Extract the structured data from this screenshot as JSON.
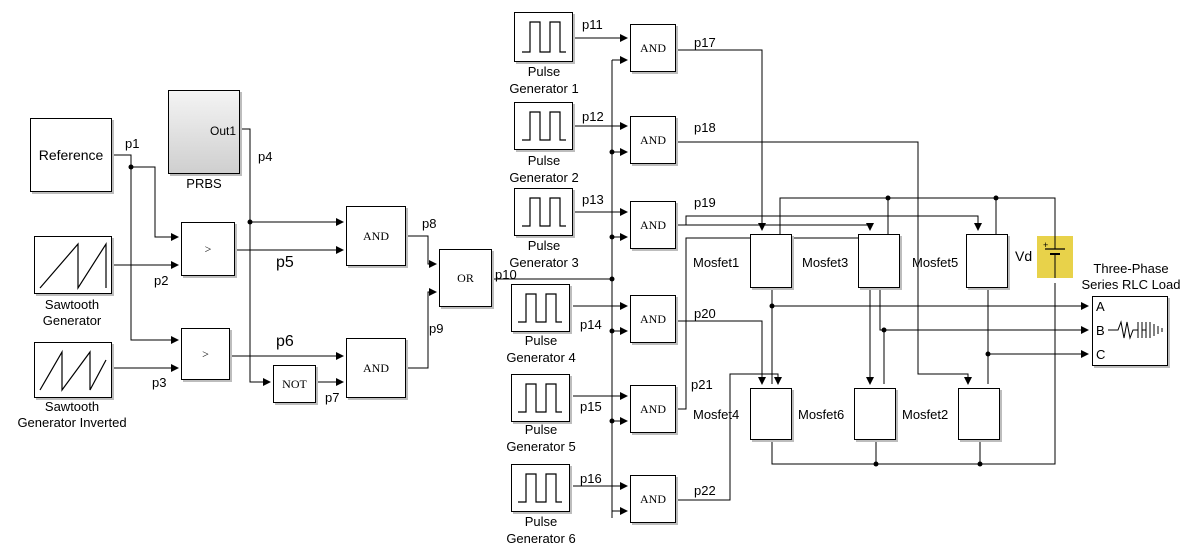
{
  "blocks": {
    "reference": "Reference",
    "prbs_port": "Out1",
    "prbs": "PRBS",
    "saw1": [
      "Sawtooth",
      "Generator"
    ],
    "saw2": [
      "Sawtooth",
      "Generator Inverted"
    ],
    "gt": ">",
    "not": "NOT",
    "and": "AND",
    "or": "OR",
    "pulse": [
      [
        "Pulse",
        "Generator 1"
      ],
      [
        "Pulse",
        "Generator 2"
      ],
      [
        "Pulse",
        "Generator 3"
      ],
      [
        "Pulse",
        "Generator 4"
      ],
      [
        "Pulse",
        "Generator 5"
      ],
      [
        "Pulse",
        "Generator 6"
      ]
    ],
    "mosfets": [
      "Mosfet1",
      "Mosfet3",
      "Mosfet5",
      "Mosfet4",
      "Mosfet6",
      "Mosfet2"
    ],
    "vd": "Vd",
    "load": [
      "Three-Phase",
      "Series RLC Load"
    ],
    "load_ports": [
      "A",
      "B",
      "C"
    ]
  },
  "signals": {
    "p1": "p1",
    "p2": "p2",
    "p3": "p3",
    "p4": "p4",
    "p5": "p5",
    "p6": "p6",
    "p7": "p7",
    "p8": "p8",
    "p9": "p9",
    "p10": "p10",
    "p11": "p11",
    "p12": "p12",
    "p13": "p13",
    "p14": "p14",
    "p15": "p15",
    "p16": "p16",
    "p17": "p17",
    "p18": "p18",
    "p19": "p19",
    "p20": "p20",
    "p21": "p21",
    "p22": "p22"
  },
  "colors": {
    "line": "#000000",
    "block_shadow": "#bdbdbd",
    "dc_source": "#e8d24a",
    "prbs_fill": "#d9d9d9"
  }
}
